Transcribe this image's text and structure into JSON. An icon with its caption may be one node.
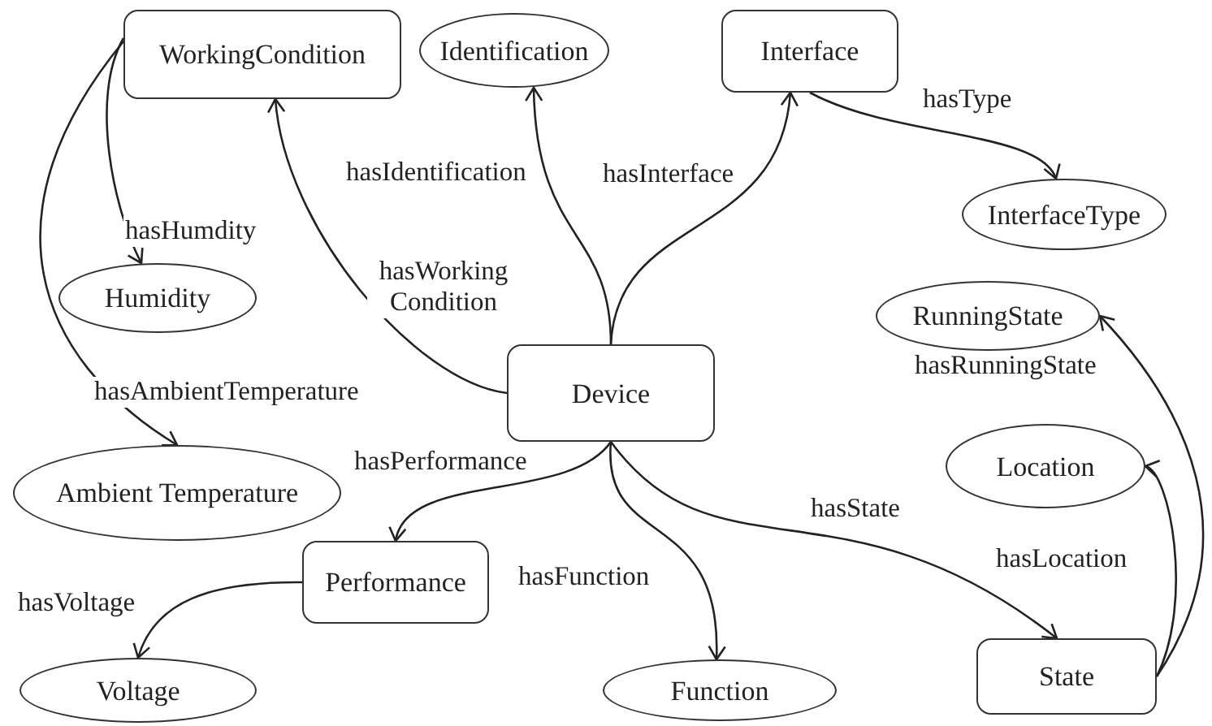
{
  "diagram": {
    "nodes": [
      {
        "text": [
          "WorkingCondition"
        ]
      },
      {
        "text": [
          "Identification"
        ]
      },
      {
        "text": [
          "Interface"
        ]
      },
      {
        "text": [
          "InterfaceType"
        ]
      },
      {
        "text": [
          "Humidity"
        ]
      },
      {
        "text": [
          "RunningState"
        ]
      },
      {
        "text": [
          "Device"
        ]
      },
      {
        "text": [
          "Location"
        ]
      },
      {
        "text": [
          "Ambient Temperature"
        ]
      },
      {
        "text": [
          "Performance"
        ]
      },
      {
        "text": [
          "Voltage"
        ]
      },
      {
        "text": [
          "Function"
        ]
      },
      {
        "text": [
          "State"
        ]
      }
    ],
    "edges": [
      {
        "from": 6,
        "to": 0,
        "arrow": "to",
        "label": "hasWorking Condition"
      },
      {
        "from": 6,
        "to": 1,
        "arrow": "to",
        "label": "hasIdentification"
      },
      {
        "from": 6,
        "to": 2,
        "arrow": "to",
        "label": "hasInterface"
      },
      {
        "from": 2,
        "to": 3,
        "arrow": "to",
        "label": "hasType"
      },
      {
        "from": 0,
        "to": 4,
        "arrow": "to",
        "label": "hasHumdity"
      },
      {
        "from": 0,
        "to": 8,
        "arrow": "to",
        "label": "hasAmbientTemperature"
      },
      {
        "from": 6,
        "to": 9,
        "arrow": "to",
        "label": "hasPerformance"
      },
      {
        "from": 6,
        "to": 11,
        "arrow": "to",
        "label": "hasFunction"
      },
      {
        "from": 6,
        "to": 12,
        "arrow": "to",
        "label": "hasState"
      },
      {
        "from": 9,
        "to": 10,
        "arrow": "to",
        "label": "hasVoltage"
      },
      {
        "from": 12,
        "to": 7,
        "arrow": "to",
        "label": "hasLocation"
      },
      {
        "from": 12,
        "to": 5,
        "arrow": "to",
        "label": "hasRunningState"
      }
    ]
  }
}
